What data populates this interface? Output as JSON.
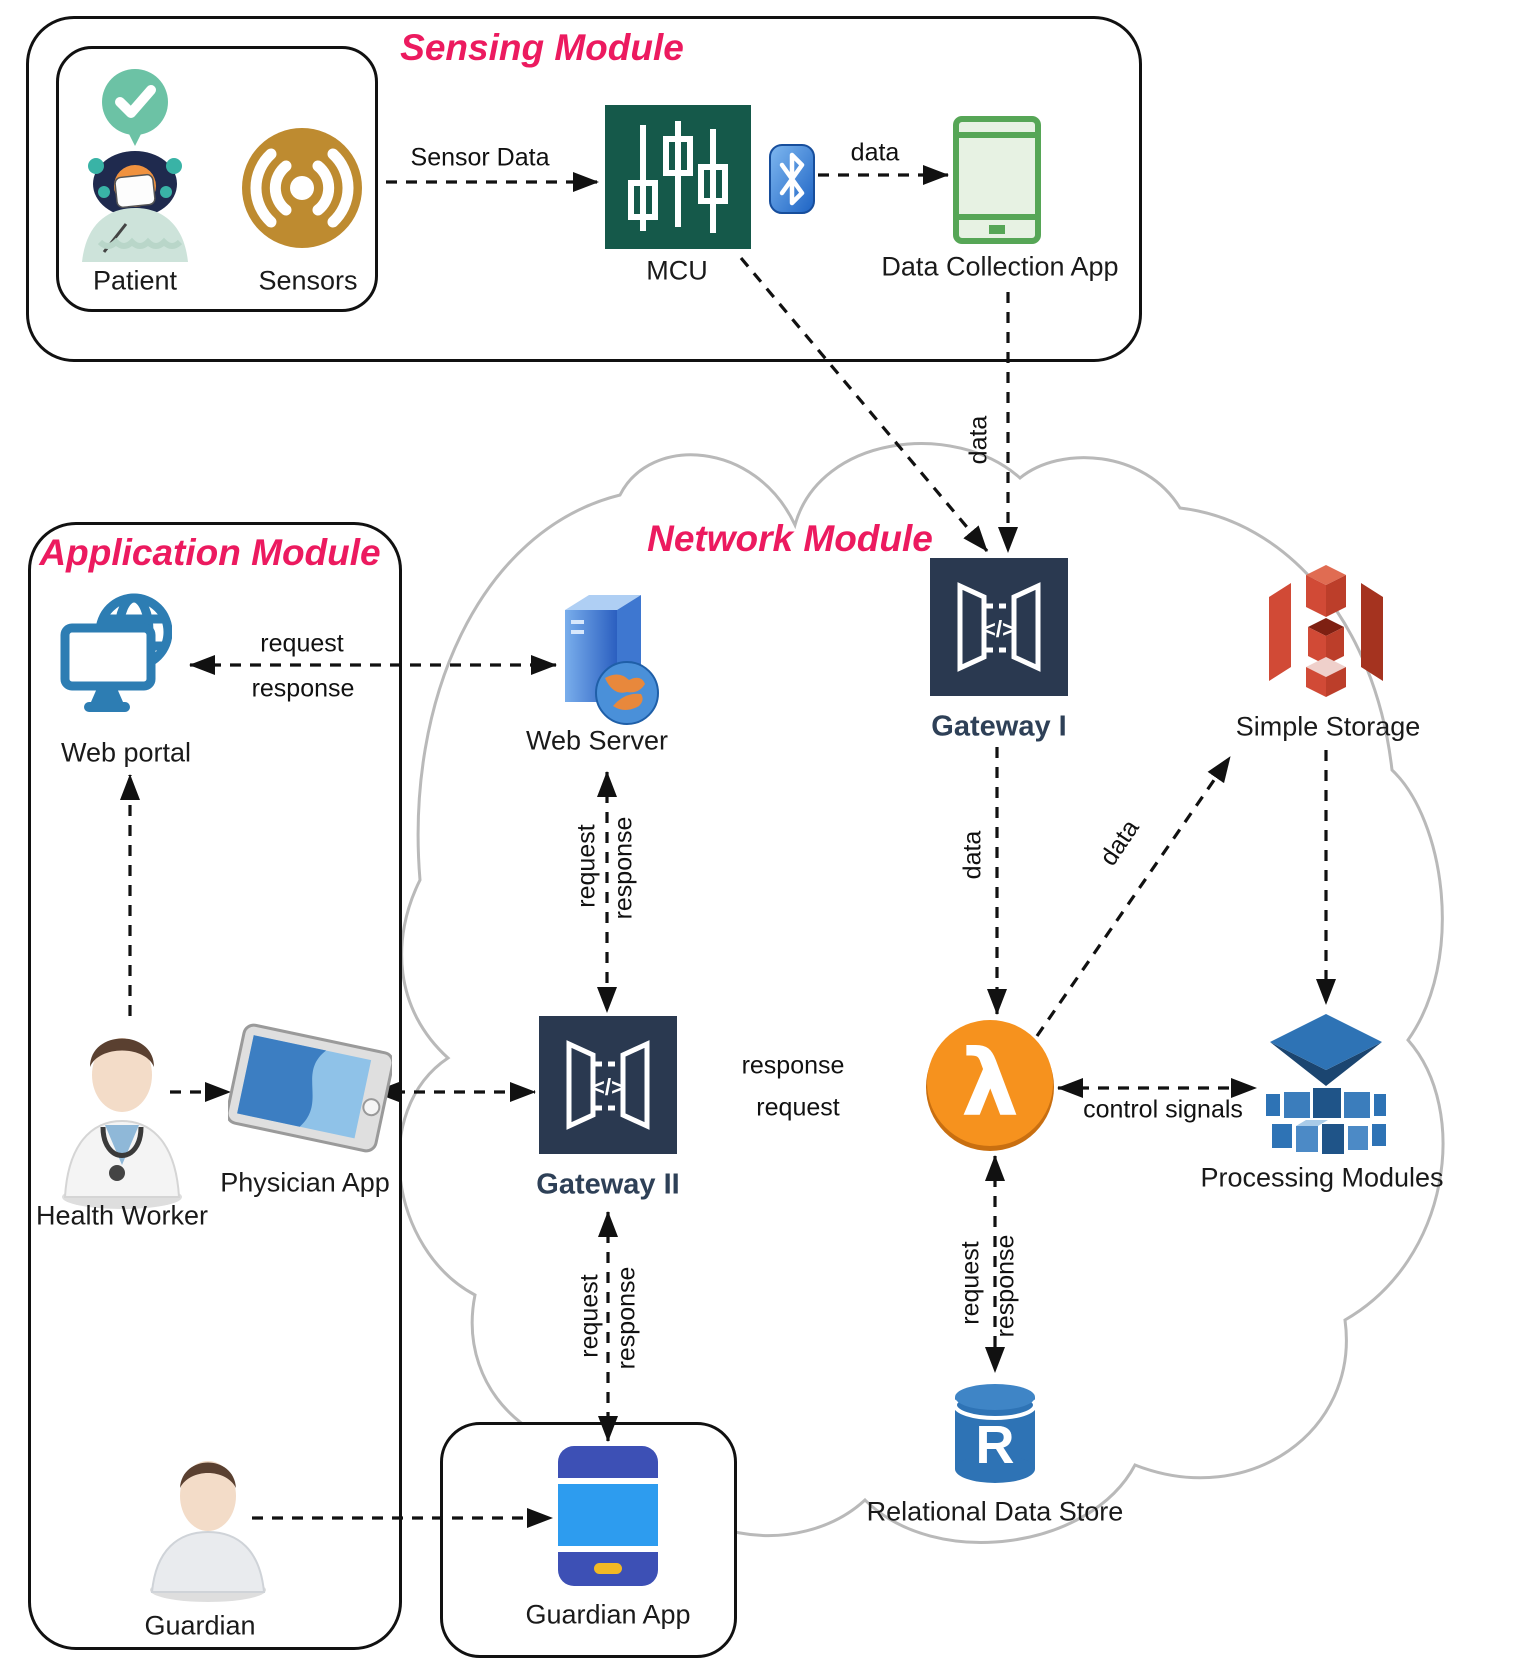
{
  "modules": {
    "sensing": {
      "title": "Sensing Module"
    },
    "application": {
      "title": "Application Module"
    },
    "network": {
      "title": "Network Module"
    }
  },
  "nodes": {
    "patient": {
      "label": "Patient"
    },
    "sensors": {
      "label": "Sensors"
    },
    "mcu": {
      "label": "MCU"
    },
    "data_collection_app": {
      "label": "Data Collection App"
    },
    "web_portal": {
      "label": "Web portal"
    },
    "web_server": {
      "label": "Web Server"
    },
    "gateway1": {
      "label": "Gateway I"
    },
    "simple_storage": {
      "label": "Simple Storage"
    },
    "lambda": {
      "label": "λ"
    },
    "gateway2": {
      "label": "Gateway II"
    },
    "processing_modules": {
      "label": "Processing Modules"
    },
    "relational_data_store": {
      "label": "Relational Data Store"
    },
    "physician_app": {
      "label": "Physician App"
    },
    "health_worker": {
      "label": "Health Worker"
    },
    "guardian": {
      "label": "Guardian"
    },
    "guardian_app": {
      "label": "Guardian App"
    }
  },
  "glyphs": {
    "gateway": "</>",
    "rds": "R"
  },
  "edges": {
    "sensor_data": "Sensor Data",
    "mcu_to_app_data": "data",
    "app_to_gateway1_data": "data",
    "gateway1_to_lambda_data": "data",
    "lambda_to_storage_data": "data",
    "portal_request": "request",
    "portal_response": "response",
    "server_gw2_request": "request",
    "server_gw2_response": "response",
    "gw2_lambda_response": "response",
    "gw2_lambda_request": "request",
    "control_signals": "control signals",
    "lambda_rds_request": "request",
    "lambda_rds_response": "response",
    "gw2_guardian_request": "request",
    "gw2_guardian_response": "response"
  },
  "colors": {
    "accent_pink": "#EC1A5F",
    "gateway_navy": "#2A3950",
    "gateway_label": "#2E4057",
    "lambda_orange": "#F6921E",
    "storage_red": "#D14A36",
    "aws_blue": "#2E73B5",
    "mcu_green": "#15594A",
    "app_green": "#56A656",
    "portal_blue": "#2D7DB3",
    "phone_blue": "#2D9CEF",
    "phone_indigo": "#3D50B5",
    "sensor_gold": "#BE8B30",
    "cloud_gray": "#B9B9B9",
    "arrow_black": "#111111"
  }
}
